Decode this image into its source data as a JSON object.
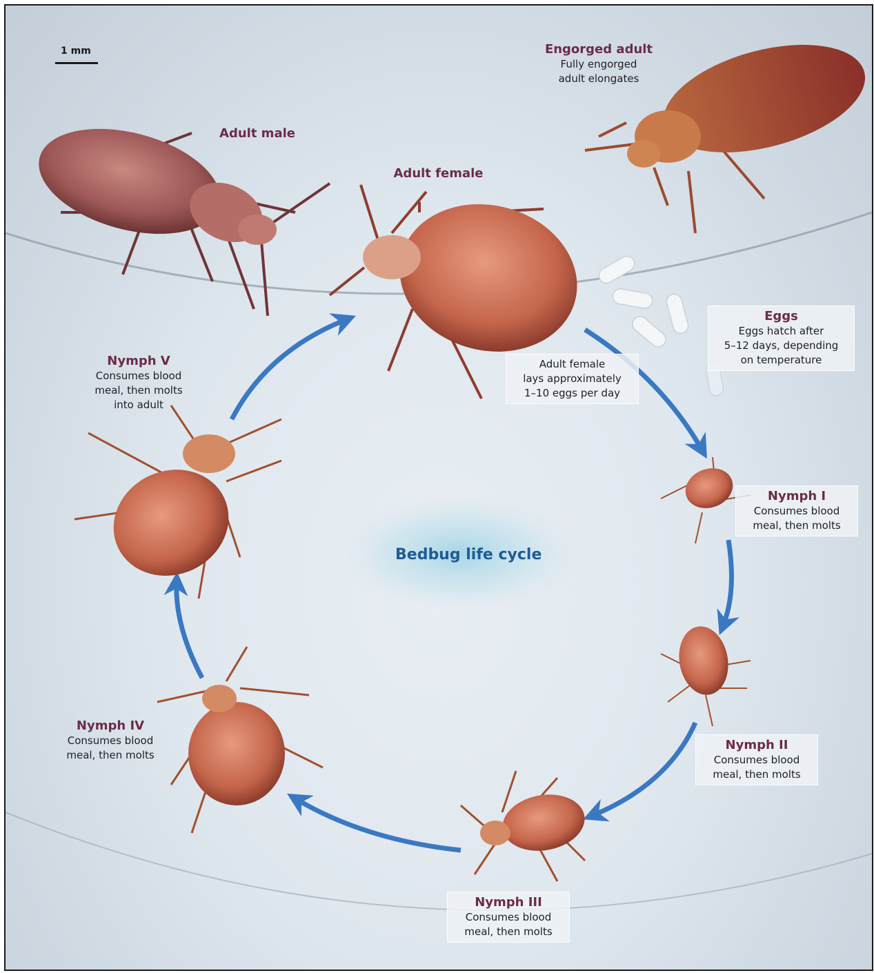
{
  "scale": {
    "label": "1 mm"
  },
  "title": "Bedbug life cycle",
  "stages": {
    "engorged_adult": {
      "title": "Engorged adult",
      "desc": [
        "Fully engorged",
        "adult elongates"
      ]
    },
    "adult_male": {
      "title": "Adult male"
    },
    "adult_female": {
      "title": "Adult female",
      "desc": [
        "Adult female",
        "lays approximately",
        "1–10 eggs per day"
      ]
    },
    "eggs": {
      "title": "Eggs",
      "desc": [
        "Eggs hatch after",
        "5–12 days, depending",
        "on temperature"
      ]
    },
    "nymph_1": {
      "title": "Nymph I",
      "desc": [
        "Consumes blood",
        "meal, then molts"
      ]
    },
    "nymph_2": {
      "title": "Nymph II",
      "desc": [
        "Consumes blood",
        "meal, then molts"
      ]
    },
    "nymph_3": {
      "title": "Nymph III",
      "desc": [
        "Consumes blood",
        "meal, then molts"
      ]
    },
    "nymph_4": {
      "title": "Nymph IV",
      "desc": [
        "Consumes blood",
        "meal, then molts"
      ]
    },
    "nymph_5": {
      "title": "Nymph V",
      "desc": [
        "Consumes blood",
        "meal, then molts",
        "into adult"
      ]
    }
  },
  "colors": {
    "arrow": "#3a78c2",
    "title": "#6b2c47",
    "center": "#1f5c94",
    "bug": "#c96a4e",
    "bug_dark": "#8c3b2e"
  }
}
